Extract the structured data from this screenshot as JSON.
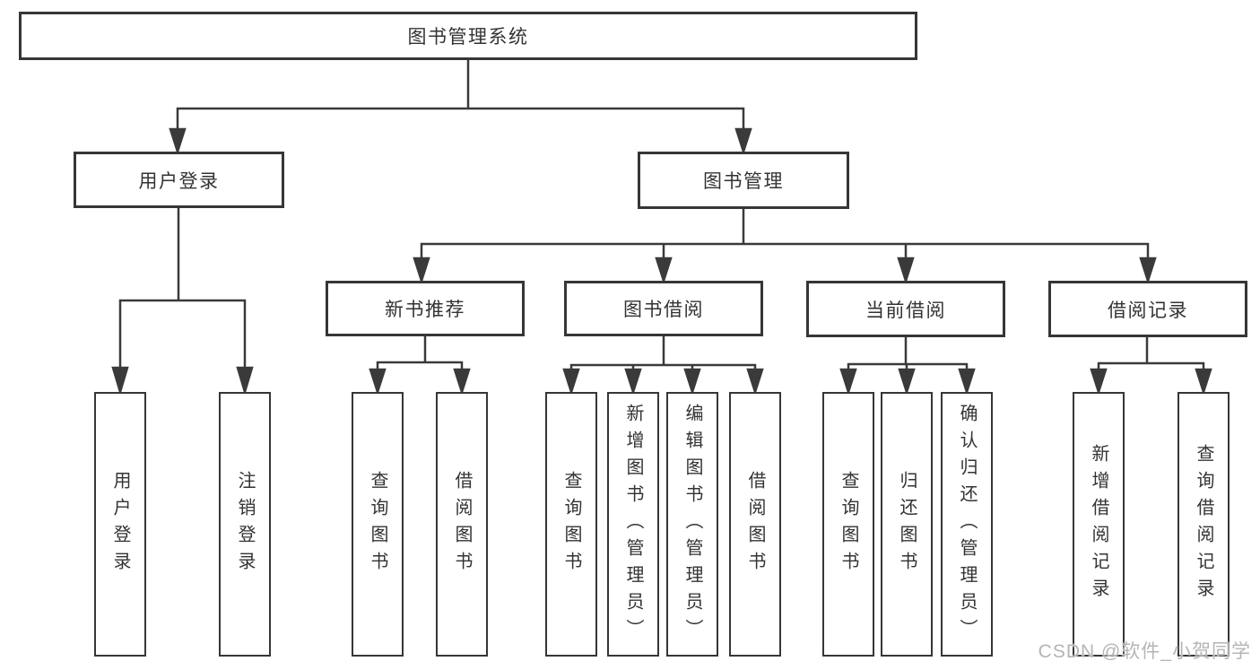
{
  "diagram": {
    "title": "图书管理系统",
    "branches": [
      {
        "label": "用户登录",
        "children": [
          {
            "label": "用户登录"
          },
          {
            "label": "注销登录"
          }
        ]
      },
      {
        "label": "图书管理",
        "children": [
          {
            "label": "新书推荐",
            "children": [
              {
                "label": "查询图书"
              },
              {
                "label": "借阅图书"
              }
            ]
          },
          {
            "label": "图书借阅",
            "children": [
              {
                "label": "查询图书"
              },
              {
                "label": "新增图书（管理员）"
              },
              {
                "label": "编辑图书（管理员）"
              },
              {
                "label": "借阅图书"
              }
            ]
          },
          {
            "label": "当前借阅",
            "children": [
              {
                "label": "查询图书"
              },
              {
                "label": "归还图书"
              },
              {
                "label": "确认归还（管理员）"
              }
            ]
          },
          {
            "label": "借阅记录",
            "children": [
              {
                "label": "新增借阅记录"
              },
              {
                "label": "查询借阅记录"
              }
            ]
          }
        ]
      }
    ]
  },
  "watermark": {
    "text": "CSDN @软件_小贺同学"
  },
  "colors": {
    "line": "#3a3a3a",
    "box_border": "#363636",
    "text": "#333333",
    "watermark": "#a8a8a8",
    "background": "#ffffff"
  }
}
